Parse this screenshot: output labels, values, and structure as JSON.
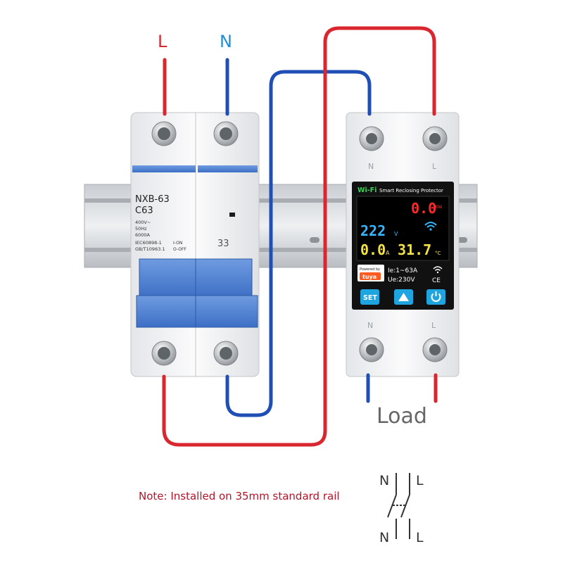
{
  "terminals": {
    "line": "L",
    "neutral": "N",
    "load": "Load"
  },
  "breaker": {
    "model": "NXB-63",
    "rating": "C63",
    "specs": [
      "400V~",
      "50Hz",
      "6000A"
    ],
    "standards": [
      "IEC60898-1",
      "GB/T10963.1"
    ],
    "switch_on": "I-ON",
    "switch_off": "O-OFF",
    "pole_mark": "33"
  },
  "protector": {
    "wifi_label": "Wi-Fi",
    "title": "Smart Reclosing Protector",
    "power_reading": "0.0",
    "power_unit": "KW",
    "voltage_reading": "222",
    "voltage_unit": "V",
    "current_reading": "0.0",
    "current_unit": "A",
    "temp_reading": "31.7",
    "temp_unit": "°C",
    "powered_by": "Powered by",
    "brand": "tuya",
    "current_range": "Ie:1~63A",
    "rated_voltage": "Ue:230V",
    "ce_mark": "CE",
    "btn_set": "SET",
    "top_terminals": [
      "N",
      "L"
    ],
    "bottom_terminals": [
      "N",
      "L"
    ]
  },
  "note": "Note: Installed on 35mm standard rail",
  "schematic": {
    "top": [
      "N",
      "L"
    ],
    "bottom": [
      "N",
      "L"
    ]
  },
  "colors": {
    "live": "#d9262f",
    "neutral": "#1f4fb4",
    "breaker_blue": "#4b7fd0",
    "display_bg": "#111111"
  }
}
